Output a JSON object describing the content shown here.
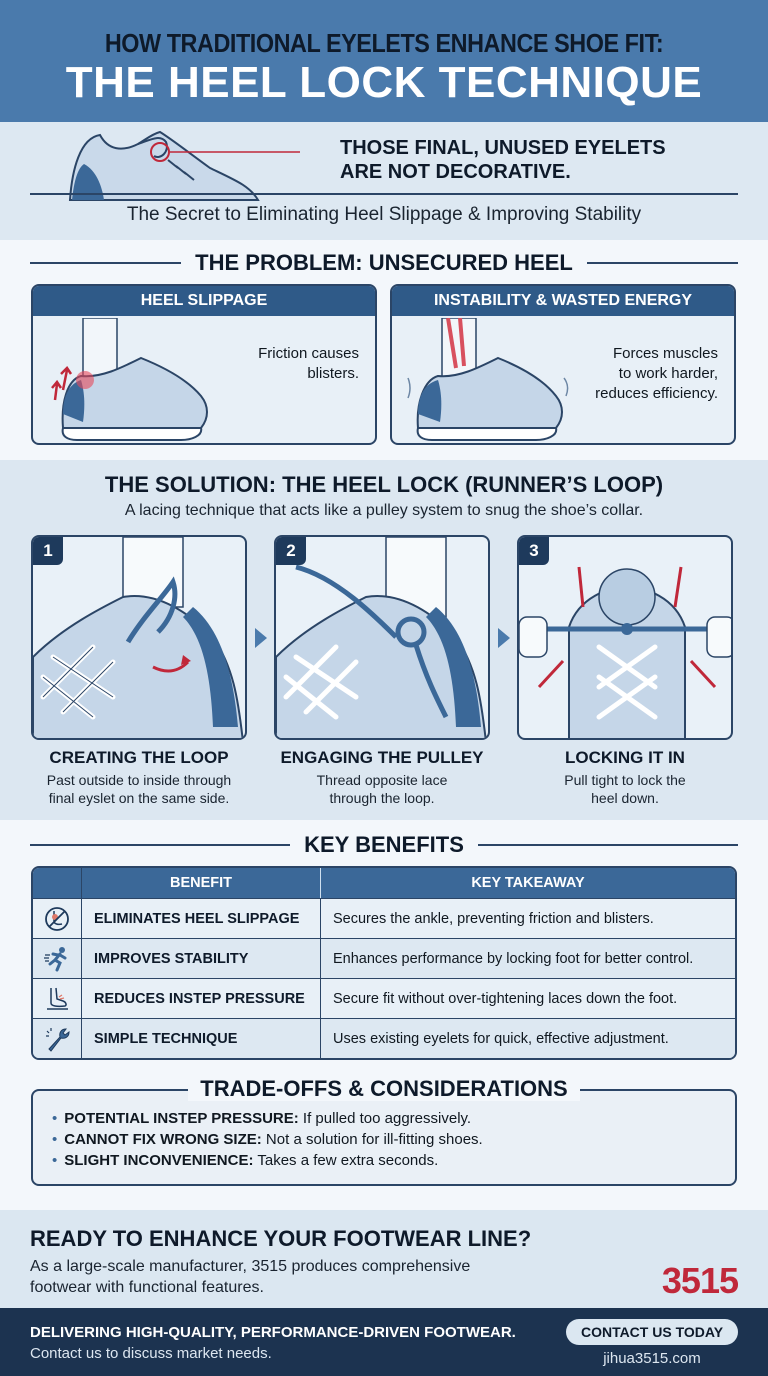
{
  "header": {
    "title_line1": "HOW TRADITIONAL EYELETS ENHANCE SHOE FIT:",
    "title_line2": "THE HEEL LOCK TECHNIQUE"
  },
  "intro": {
    "tagline_line1": "THOSE FINAL, UNUSED EYELETS",
    "tagline_line2": "ARE NOT DECORATIVE.",
    "subtitle": "The Secret to Eliminating Heel Slippage & Improving Stability"
  },
  "problem": {
    "title": "THE PROBLEM: UNSECURED HEEL",
    "cards": [
      {
        "title": "HEEL SLIPPAGE",
        "text_line1": "Friction causes",
        "text_line2": "blisters."
      },
      {
        "title": "INSTABILITY & WASTED ENERGY",
        "text_line1": "Forces muscles",
        "text_line2": "to work harder,",
        "text_line3": "reduces efficiency."
      }
    ]
  },
  "solution": {
    "title": "THE SOLUTION: THE HEEL LOCK (RUNNER’S LOOP)",
    "subtitle": "A lacing technique that acts like a pulley system to snug the shoe’s collar.",
    "steps": [
      {
        "number": "1",
        "title": "CREATING THE LOOP",
        "desc_line1": "Past outside to inside through",
        "desc_line2": "final eyslet on the same side."
      },
      {
        "number": "2",
        "title": "ENGAGING THE PULLEY",
        "desc_line1": "Thread opposite lace",
        "desc_line2": "through the loop."
      },
      {
        "number": "3",
        "title": "LOCKING IT IN",
        "desc_line1": "Pull tight to lock the",
        "desc_line2": "heel down."
      }
    ]
  },
  "benefits": {
    "title": "KEY BENEFITS",
    "columns": [
      "",
      "BENEFIT",
      "KEY TAKEAWAY"
    ],
    "rows": [
      {
        "icon": "no-slip-icon",
        "benefit": "ELIMINATES HEEL SLIPPAGE",
        "takeaway": "Secures the ankle, preventing friction and blisters."
      },
      {
        "icon": "runner-icon",
        "benefit": "IMPROVES STABILITY",
        "takeaway": "Enhances performance by locking foot for better control."
      },
      {
        "icon": "foot-icon",
        "benefit": "REDUCES INSTEP PRESSURE",
        "takeaway": "Secure fit without over-tightening laces down the foot."
      },
      {
        "icon": "wrench-icon",
        "benefit": "SIMPLE TECHNIQUE",
        "takeaway": "Uses existing eyelets for quick, effective adjustment."
      }
    ]
  },
  "tradeoffs": {
    "title": "TRADE-OFFS & CONSIDERATIONS",
    "items": [
      {
        "label": "POTENTIAL INSTEP PRESSURE:",
        "text": " If pulled too aggressively."
      },
      {
        "label": "CANNOT FIX WRONG SIZE:",
        "text": " Not a solution for ill-fitting shoes."
      },
      {
        "label": "SLIGHT INCONVENIENCE:",
        "text": " Takes a few extra seconds."
      }
    ]
  },
  "cta": {
    "heading": "READY TO ENHANCE YOUR FOOTWEAR LINE?",
    "text": "As a large-scale manufacturer, 3515 produces comprehensive footwear with functional features.",
    "logo": "3515"
  },
  "footer": {
    "heading": "DELIVERING HIGH-QUALITY, PERFORMANCE-DRIVEN FOOTWEAR.",
    "text": "Contact us to discuss market needs.",
    "button": "CONTACT US TODAY",
    "url": "jihua3515.com"
  },
  "colors": {
    "primary": "#4a7aac",
    "navy": "#1c3350",
    "accent_red": "#c0283a",
    "light_bg": "#dde8f2"
  }
}
